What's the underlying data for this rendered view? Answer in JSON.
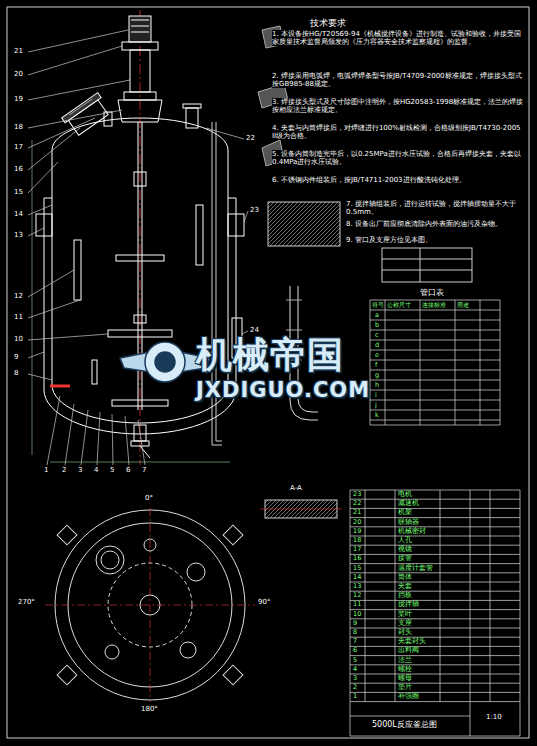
{
  "diagram": {
    "labels": [
      "技术要求",
      "1. 本设备按HG/T20569-94《机械搅拌设备》进行制造、试验和验收，并接受国家质量技术监督局颁发的《压力容器安全技术监察规程》的监督。",
      "2. 焊接采用电弧焊，电弧焊焊条型号按JB/T4709-2000标准规定，焊接接头型式按GB985-88规定。",
      "3. 焊接接头型式及尺寸除图中注明外，按HG20583-1998标准规定，法兰的焊接按相应法兰标准规定。",
      "4. 夹套与内筒焊接后，对焊缝进行100%射线检测，合格级别按JB/T4730-2005 II级为合格。",
      "5. 设备内筒制造完毕后，以0.25MPa进行水压试验，合格后再焊接夹套，夹套以0.4MPa进行水压试验。",
      "6. 不锈钢内件组装后，按JB/T4711-2003进行酸洗钝化处理。",
      "7. 搅拌轴组装后，进行运转试验，搅拌轴摆动量不大于0.5mm。",
      "8. 设备出厂前应彻底清除内外表面的油污及杂物。",
      "9. 管口及支座方位见本图。",
      "21",
      "20",
      "19",
      "18",
      "17",
      "16",
      "15",
      "14",
      "13",
      "12",
      "11",
      "10",
      "9",
      "8",
      "1",
      "2",
      "3",
      "4",
      "5",
      "6",
      "7",
      "22",
      "23",
      "24",
      "机械帝国",
      "JXDIGUO.COM",
      "管口表",
      "符号",
      "公称尺寸",
      "连接标准",
      "用途",
      "a",
      "b",
      "c",
      "d",
      "e",
      "f",
      "g",
      "h",
      "i",
      "j",
      "k",
      "23",
      "电机",
      "22",
      "减速机",
      "21",
      "机架",
      "20",
      "联轴器",
      "19",
      "机械密封",
      "18",
      "人孔",
      "17",
      "视镜",
      "16",
      "接管",
      "15",
      "温度计套管",
      "14",
      "筒体",
      "13",
      "夹套",
      "12",
      "挡板",
      "11",
      "搅拌轴",
      "10",
      "桨叶",
      "9",
      "支座",
      "8",
      "封头",
      "7",
      "夹套封头",
      "6",
      "出料阀",
      "5",
      "法兰",
      "4",
      "螺栓",
      "3",
      "螺母",
      "2",
      "垫片",
      "1",
      "补强圈",
      "5000L反应釜总图",
      "1:10",
      "A-A",
      "0°",
      "90°",
      "180°",
      "270°"
    ]
  }
}
